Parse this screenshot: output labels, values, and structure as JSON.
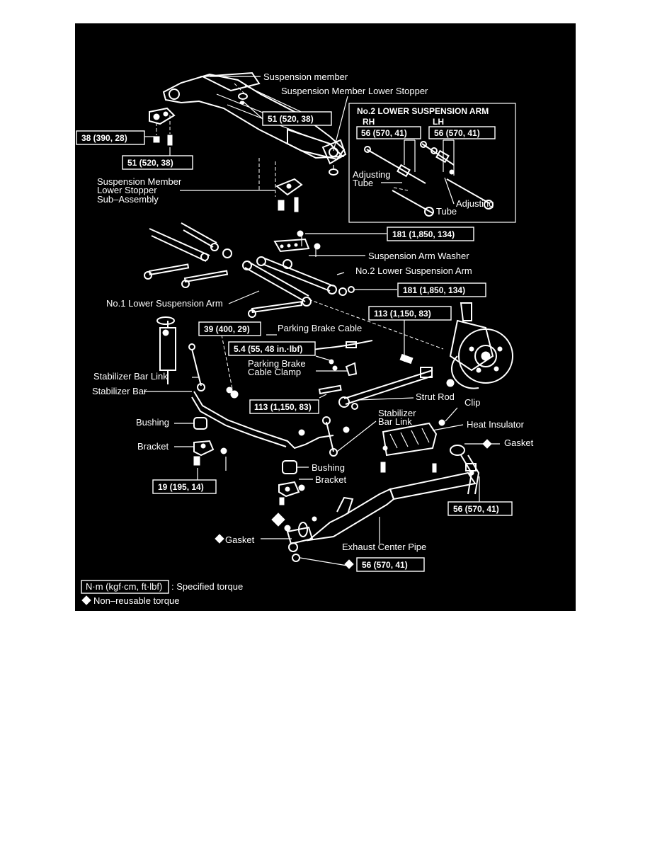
{
  "labels": {
    "suspension_member": "Suspension member",
    "suspension_member_lower_stopper": "Suspension Member Lower Stopper",
    "lower_stopper_sub_assembly_1": "Suspension Member",
    "lower_stopper_sub_assembly_2": "Lower Stopper",
    "lower_stopper_sub_assembly_3": "Sub–Assembly",
    "suspension_arm_washer": "Suspension Arm Washer",
    "no2_lower_suspension_arm": "No.2 Lower Suspension Arm",
    "no1_lower_suspension_arm": "No.1 Lower Suspension Arm",
    "parking_brake_cable": "Parking Brake Cable",
    "parking_brake_cable_clamp_1": "Parking Brake",
    "parking_brake_cable_clamp_2": "Cable Clamp",
    "stabilizer_bar_link_left": "Stabilizer Bar Link",
    "stabilizer_bar": "Stabilizer Bar",
    "strut_rod": "Strut Rod",
    "stabilizer_bar_link_right_1": "Stabilizer",
    "stabilizer_bar_link_right_2": "Bar Link",
    "clip": "Clip",
    "heat_insulator": "Heat Insulator",
    "gasket_right": "Gasket",
    "bushing_left": "Bushing",
    "bracket_left": "Bracket",
    "bushing_center": "Bushing",
    "bracket_center": "Bracket",
    "gasket_left": "Gasket",
    "exhaust_center_pipe": "Exhaust Center Pipe"
  },
  "inset": {
    "title": "No.2 LOWER SUSPENSION ARM",
    "rh": "RH",
    "lh": "LH",
    "torque_rh": "56 (570, 41)",
    "torque_lh": "56 (570, 41)",
    "adjusting_tube_left_1": "Adjusting",
    "adjusting_tube_left_2": "Tube",
    "adjusting_tube_right_1": "Adjusting",
    "adjusting_tube_right_2": "Tube"
  },
  "torques": {
    "t_51_top": "51 (520, 38)",
    "t_38": "38 (390, 28)",
    "t_51_left": "51 (520, 38)",
    "t_181_top": "181 (1,850, 134)",
    "t_181_mid": "181 (1,850, 134)",
    "t_113_right": "113 (1,150, 83)",
    "t_39": "39 (400, 29)",
    "t_5_4": "5.4 (55, 48 in.·lbf)",
    "t_113_strut": "113 (1,150, 83)",
    "t_19": "19 (195, 14)",
    "t_56_exhaust_right": "56 (570, 41)",
    "t_56_gasket_bottom": "56 (570, 41)"
  },
  "legend": {
    "unit_box": "N·m (kgf·cm, ft·lbf)",
    "unit_desc": ": Specified torque",
    "diamond_desc": "Non–reusable torque"
  },
  "colors": {
    "background": "#000000",
    "ink": "#ffffff",
    "page": "#ffffff"
  },
  "icons": {
    "non_reusable_marker": "diamond-icon"
  }
}
